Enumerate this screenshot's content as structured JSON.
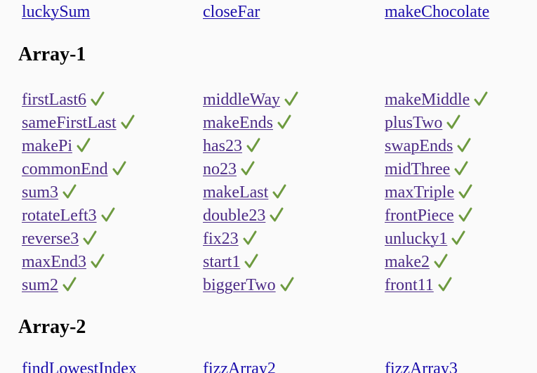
{
  "top_row": [
    "luckySum",
    "closeFar",
    "makeChocolate"
  ],
  "sections": [
    {
      "title": "Array-1",
      "rows": [
        [
          "firstLast6",
          "middleWay",
          "makeMiddle"
        ],
        [
          "sameFirstLast",
          "makeEnds",
          "plusTwo"
        ],
        [
          "makePi",
          "has23",
          "swapEnds"
        ],
        [
          "commonEnd",
          "no23",
          "midThree"
        ],
        [
          "sum3",
          "makeLast",
          "maxTriple"
        ],
        [
          "rotateLeft3",
          "double23",
          "frontPiece"
        ],
        [
          "reverse3",
          "fix23",
          "unlucky1"
        ],
        [
          "maxEnd3",
          "start1",
          "make2"
        ],
        [
          "sum2",
          "biggerTwo",
          "front11"
        ]
      ]
    },
    {
      "title": "Array-2",
      "rows": [
        [
          "findLowestIndex",
          "fizzArray2",
          "fizzArray3"
        ]
      ]
    }
  ],
  "check_icon": "checkmark-icon",
  "colors": {
    "visited_link": "#4b2a86",
    "unvisited_link": "#1a0dab",
    "check": "#6d9a3f",
    "background": "#fafafa"
  }
}
